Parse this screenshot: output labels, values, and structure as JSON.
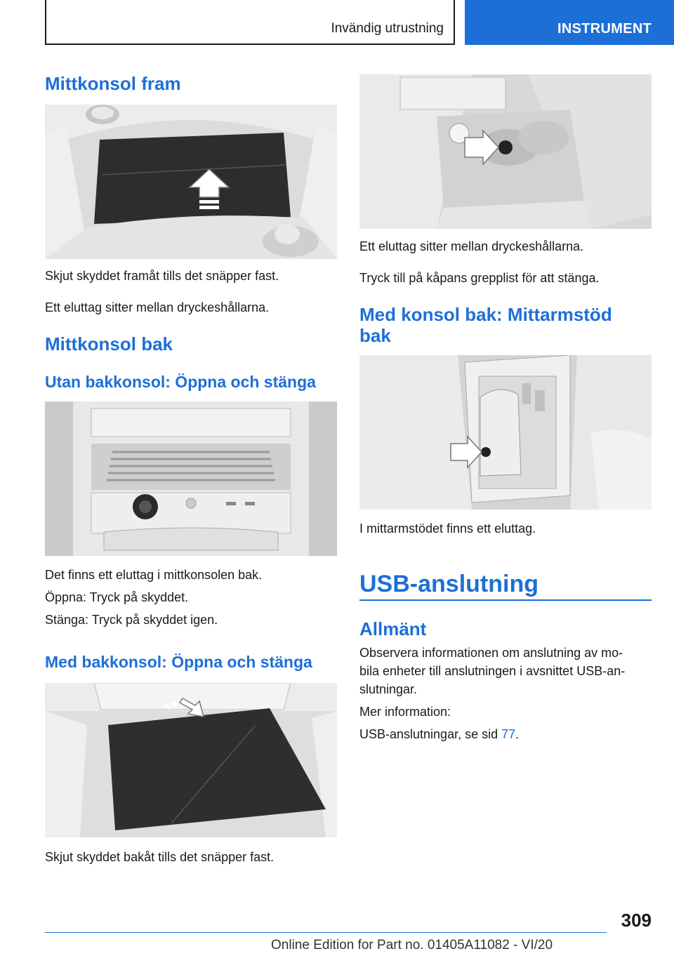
{
  "header": {
    "section": "Invändig utrustning",
    "chapter": "INSTRUMENT"
  },
  "left": {
    "h_front": "Mittkonsol fram",
    "p_front_1": "Skjut skyddet framåt tills det snäpper fast.",
    "p_front_2": "Ett eluttag sitter mellan dryckeshållarna.",
    "h_rear": "Mittkonsol bak",
    "h_without": "Utan bakkonsol: Öppna och stänga",
    "p_without_1": "Det finns ett eluttag i mittkonsolen bak.",
    "p_without_2": "Öppna: Tryck på skyddet.",
    "p_without_3": "Stänga: Tryck på skyddet igen.",
    "h_with": "Med bakkonsol: Öppna och stänga",
    "p_with_1": "Skjut skyddet bakåt tills det snäpper fast."
  },
  "right": {
    "p_top_1": "Ett eluttag sitter mellan dryckeshållarna.",
    "p_top_2": "Tryck till på kåpans grepplist för att stänga.",
    "h_armrest_line1": "Med konsol bak: Mittarmstöd",
    "h_armrest_line2": "bak",
    "p_armrest": "I mittarmstödet finns ett eluttag.",
    "h_usb": "USB-anslutning",
    "h_general": "Allmänt",
    "p_general_1": "Observera informationen om anslutning av mo-",
    "p_general_2": "bila enheter till anslutningen i avsnittet USB-an-",
    "p_general_3": "slutningar.",
    "p_more": "Mer information:",
    "p_ref_prefix": "USB-anslutningar, se sid ",
    "p_ref_page": "77",
    "p_ref_suffix": "."
  },
  "footer": {
    "page_number": "309",
    "edition": "Online Edition for Part no. 01405A11082 - VI/20"
  },
  "colors": {
    "accent": "#1d6fd8",
    "text": "#1a1a1a"
  },
  "icons": {
    "arrow": "arrow-icon"
  }
}
